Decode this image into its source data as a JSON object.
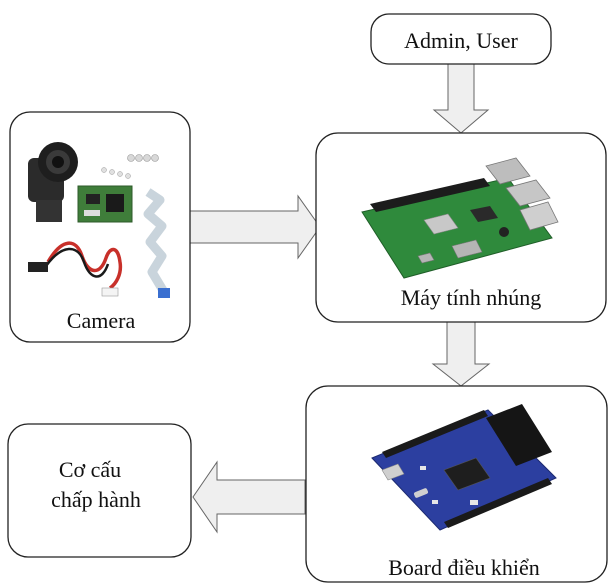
{
  "nodes": {
    "admin": {
      "label": "Admin, User"
    },
    "camera": {
      "label": "Camera",
      "image_icon": "camera-module-kit"
    },
    "embedded": {
      "label": "Máy tính nhúng",
      "image_icon": "raspberry-pi-board"
    },
    "board": {
      "label": "Board điều khiển",
      "image_icon": "microcontroller-board"
    },
    "actuator": {
      "label_line1": "Cơ cấu",
      "label_line2": "chấp hành"
    }
  },
  "edges": [
    {
      "from": "admin",
      "to": "embedded"
    },
    {
      "from": "camera",
      "to": "embedded"
    },
    {
      "from": "embedded",
      "to": "board"
    },
    {
      "from": "board",
      "to": "actuator"
    }
  ],
  "colors": {
    "box_border": "#222222",
    "arrow_fill": "#efefef",
    "arrow_stroke": "#666666",
    "board_blue": "#2c3fa0",
    "pi_green": "#2f8a3c"
  }
}
